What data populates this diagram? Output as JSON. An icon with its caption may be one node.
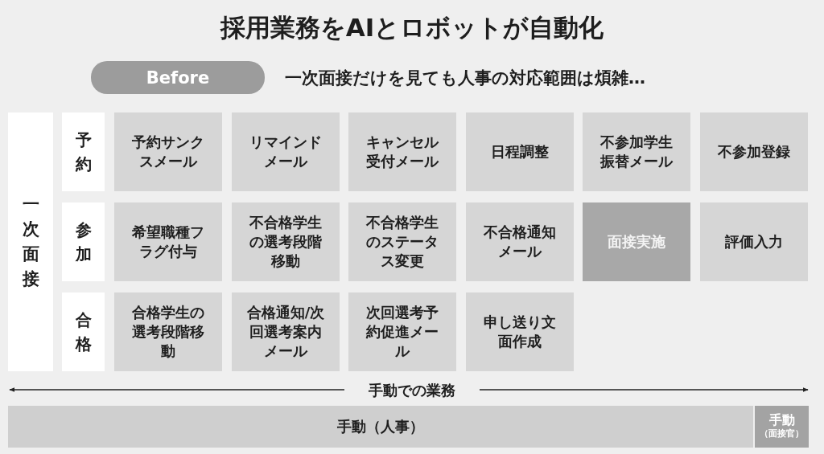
{
  "diagram": {
    "title": "採用業務をAIとロボットが自動化",
    "nodes": [
      {
        "text": [
          "Before"
        ]
      },
      {
        "text": [
          "一次面接"
        ]
      },
      {
        "text": [
          "予約"
        ]
      },
      {
        "text": [
          "参加"
        ]
      },
      {
        "text": [
          "合格"
        ]
      },
      {
        "text": [
          "予約サンクスメール"
        ]
      },
      {
        "text": [
          "リマインドメール"
        ]
      },
      {
        "text": [
          "キャンセル受付メール"
        ]
      },
      {
        "text": [
          "日程調整"
        ]
      },
      {
        "text": [
          "不参加学生振替メール"
        ]
      },
      {
        "text": [
          "不参加登録"
        ]
      },
      {
        "text": [
          "希望職種フラグ付与"
        ]
      },
      {
        "text": [
          "不合格学生の選考段階移動"
        ]
      },
      {
        "text": [
          "不合格学生のステータス変更"
        ]
      },
      {
        "text": [
          "不合格通知メール"
        ]
      },
      {
        "text": [
          "面接実施"
        ]
      },
      {
        "text": [
          "評価入力"
        ]
      },
      {
        "text": [
          "合格学生の選考段階移動"
        ]
      },
      {
        "text": [
          "合格通知/次回選考案内メール"
        ]
      },
      {
        "text": [
          "次回選考予約促進メール"
        ]
      },
      {
        "text": [
          "申し送り文面作成"
        ]
      },
      {
        "text": [
          "手動（人事）"
        ]
      },
      {
        "text": [
          "手動（面接官）"
        ]
      }
    ],
    "labels": [
      "一次面接だけを見ても人事の対応範囲は煩雑…",
      "手動での業務"
    ]
  }
}
